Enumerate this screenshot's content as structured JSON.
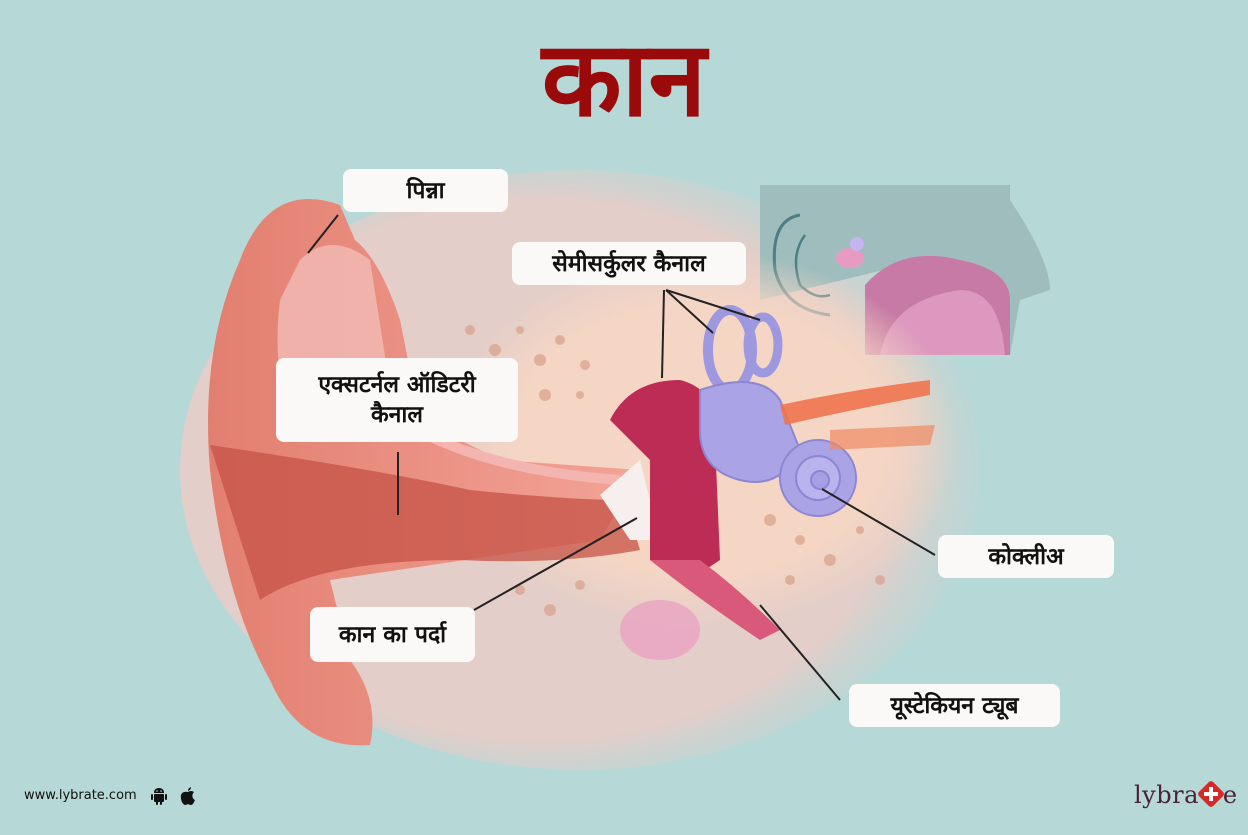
{
  "title": {
    "text": "कान",
    "color": "#9b0a0a"
  },
  "labels": {
    "pinna": "पिन्ना",
    "semicircular_canal": "सेमीसर्कुलर कैनाल",
    "external_auditory_canal_line1": "एक्सटर्नल ऑडिटरी",
    "external_auditory_canal_line2": "कैनाल",
    "cochlea": "कोक्लीअ",
    "eardrum": "कान का पर्दा",
    "eustachian_tube": "यूस्टेकियन ट्यूब"
  },
  "footer": {
    "url": "www.lybrate.com",
    "icons": [
      "android-icon",
      "apple-icon"
    ],
    "brand_left": "lybra",
    "brand_right": "e",
    "brand_accent": "#d42a2a"
  },
  "colors": {
    "background": "#b6d8d7",
    "label_bg": "#fbf9f7"
  }
}
